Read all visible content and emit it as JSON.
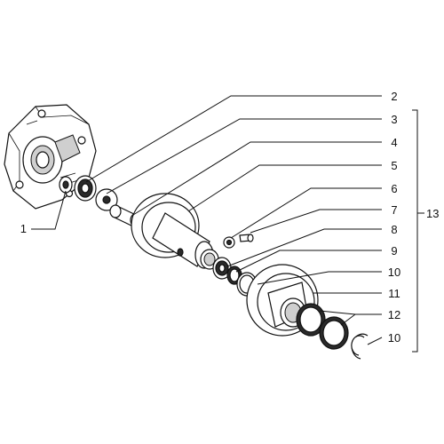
{
  "diagram": {
    "callouts": [
      {
        "id": "1",
        "label": "1"
      },
      {
        "id": "2",
        "label": "2"
      },
      {
        "id": "3",
        "label": "3"
      },
      {
        "id": "4",
        "label": "4"
      },
      {
        "id": "5",
        "label": "5"
      },
      {
        "id": "6",
        "label": "6"
      },
      {
        "id": "7",
        "label": "7"
      },
      {
        "id": "8",
        "label": "8"
      },
      {
        "id": "9",
        "label": "9"
      },
      {
        "id": "10a",
        "label": "10"
      },
      {
        "id": "11",
        "label": "11"
      },
      {
        "id": "12",
        "label": "12"
      },
      {
        "id": "10b",
        "label": "10"
      },
      {
        "id": "13",
        "label": "13"
      }
    ]
  }
}
